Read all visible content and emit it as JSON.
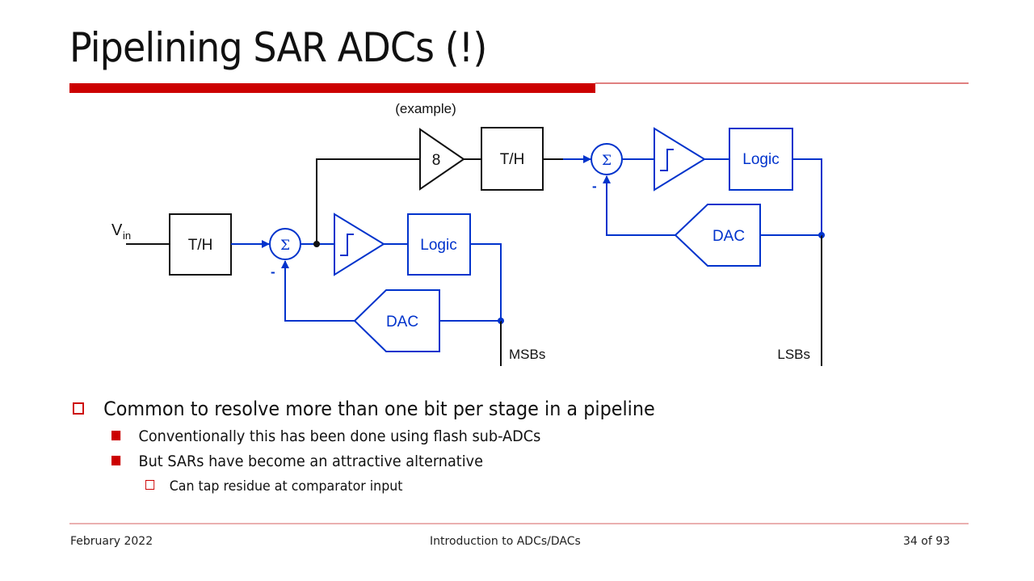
{
  "slide": {
    "title": "Pipelining SAR ADCs (!)",
    "accent_color": "#cc0000",
    "diagram_color": "#0033cc"
  },
  "diagram": {
    "annotation": "(example)",
    "input_label_main": "V",
    "input_label_sub": "in",
    "stage1": {
      "track_hold": "T/H",
      "summer_symbol": "Σ",
      "summer_minus": "-",
      "logic": "Logic",
      "dac": "DAC",
      "output_label": "MSBs"
    },
    "interstage": {
      "gain": "8",
      "track_hold": "T/H"
    },
    "stage2": {
      "summer_symbol": "Σ",
      "summer_minus": "-",
      "logic": "Logic",
      "dac": "DAC",
      "output_label": "LSBs"
    }
  },
  "bullets": [
    {
      "level": 1,
      "text": "Common to resolve more than one bit per stage in a pipeline"
    },
    {
      "level": 2,
      "text": "Conventionally this has been done using flash sub-ADCs"
    },
    {
      "level": 2,
      "text": "But SARs have become an attractive alternative"
    },
    {
      "level": 3,
      "text": "Can tap residue at comparator input"
    }
  ],
  "footer": {
    "date": "February 2022",
    "course": "Introduction to ADCs/DACs",
    "page": "34 of 93"
  }
}
